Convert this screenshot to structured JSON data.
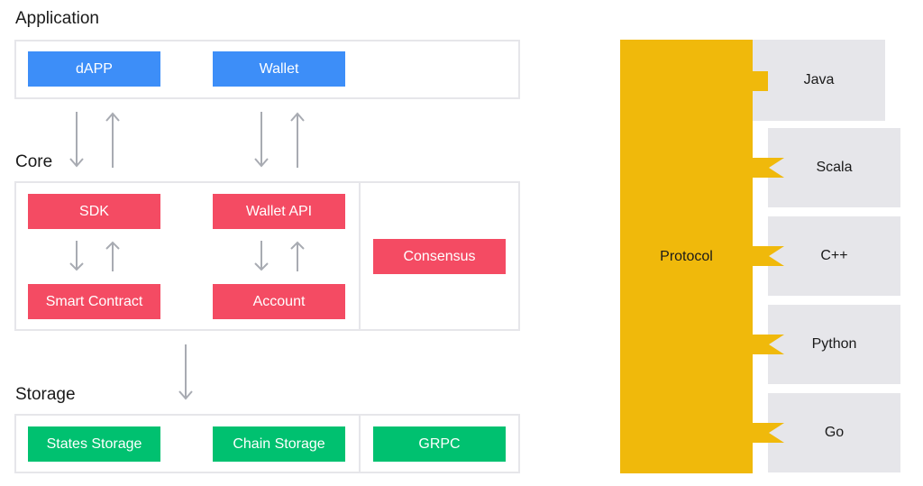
{
  "colors": {
    "application": "#3d8ef8",
    "core": "#f44b63",
    "storage": "#00c170",
    "protocol": "#f0b90b",
    "language": "#e6e6ea",
    "border": "#e6e6ea",
    "arrow": "#a8abb2"
  },
  "application": {
    "title": "Application",
    "boxes": [
      "dAPP",
      "Wallet"
    ]
  },
  "core": {
    "title": "Core",
    "boxes": [
      "SDK",
      "Wallet API",
      "Smart Contract",
      "Account",
      "Consensus"
    ]
  },
  "storage": {
    "title": "Storage",
    "boxes": [
      "States Storage",
      "Chain Storage",
      "GRPC"
    ]
  },
  "protocol": {
    "label": "Protocol",
    "languages": [
      "Java",
      "Scala",
      "C++",
      "Python",
      "Go"
    ]
  }
}
